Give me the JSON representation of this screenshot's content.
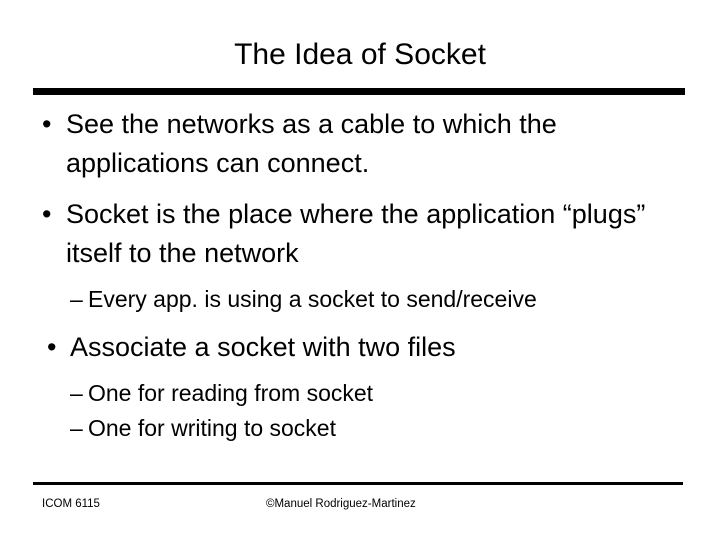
{
  "slide": {
    "title": "The Idea of Socket",
    "background_color": "#ffffff",
    "text_color": "#000000",
    "rule_color": "#000000",
    "bullets": [
      {
        "level": 1,
        "marker": "•",
        "text": "See the networks as a cable to which the applications can connect."
      },
      {
        "level": 1,
        "marker": "•",
        "text": "Socket is the place where the application “plugs” itself to the network"
      },
      {
        "level": 2,
        "marker": "–",
        "text": "Every app. is using a socket to send/receive"
      },
      {
        "level": 1,
        "marker": "•",
        "text": "Associate a socket with two files"
      },
      {
        "level": 2,
        "marker": "–",
        "text": "One for reading from socket"
      },
      {
        "level": 2,
        "marker": "–",
        "text": "One for writing to socket"
      }
    ],
    "footer": {
      "left": "ICOM 6115",
      "center": "©Manuel Rodriguez-Martinez"
    }
  }
}
